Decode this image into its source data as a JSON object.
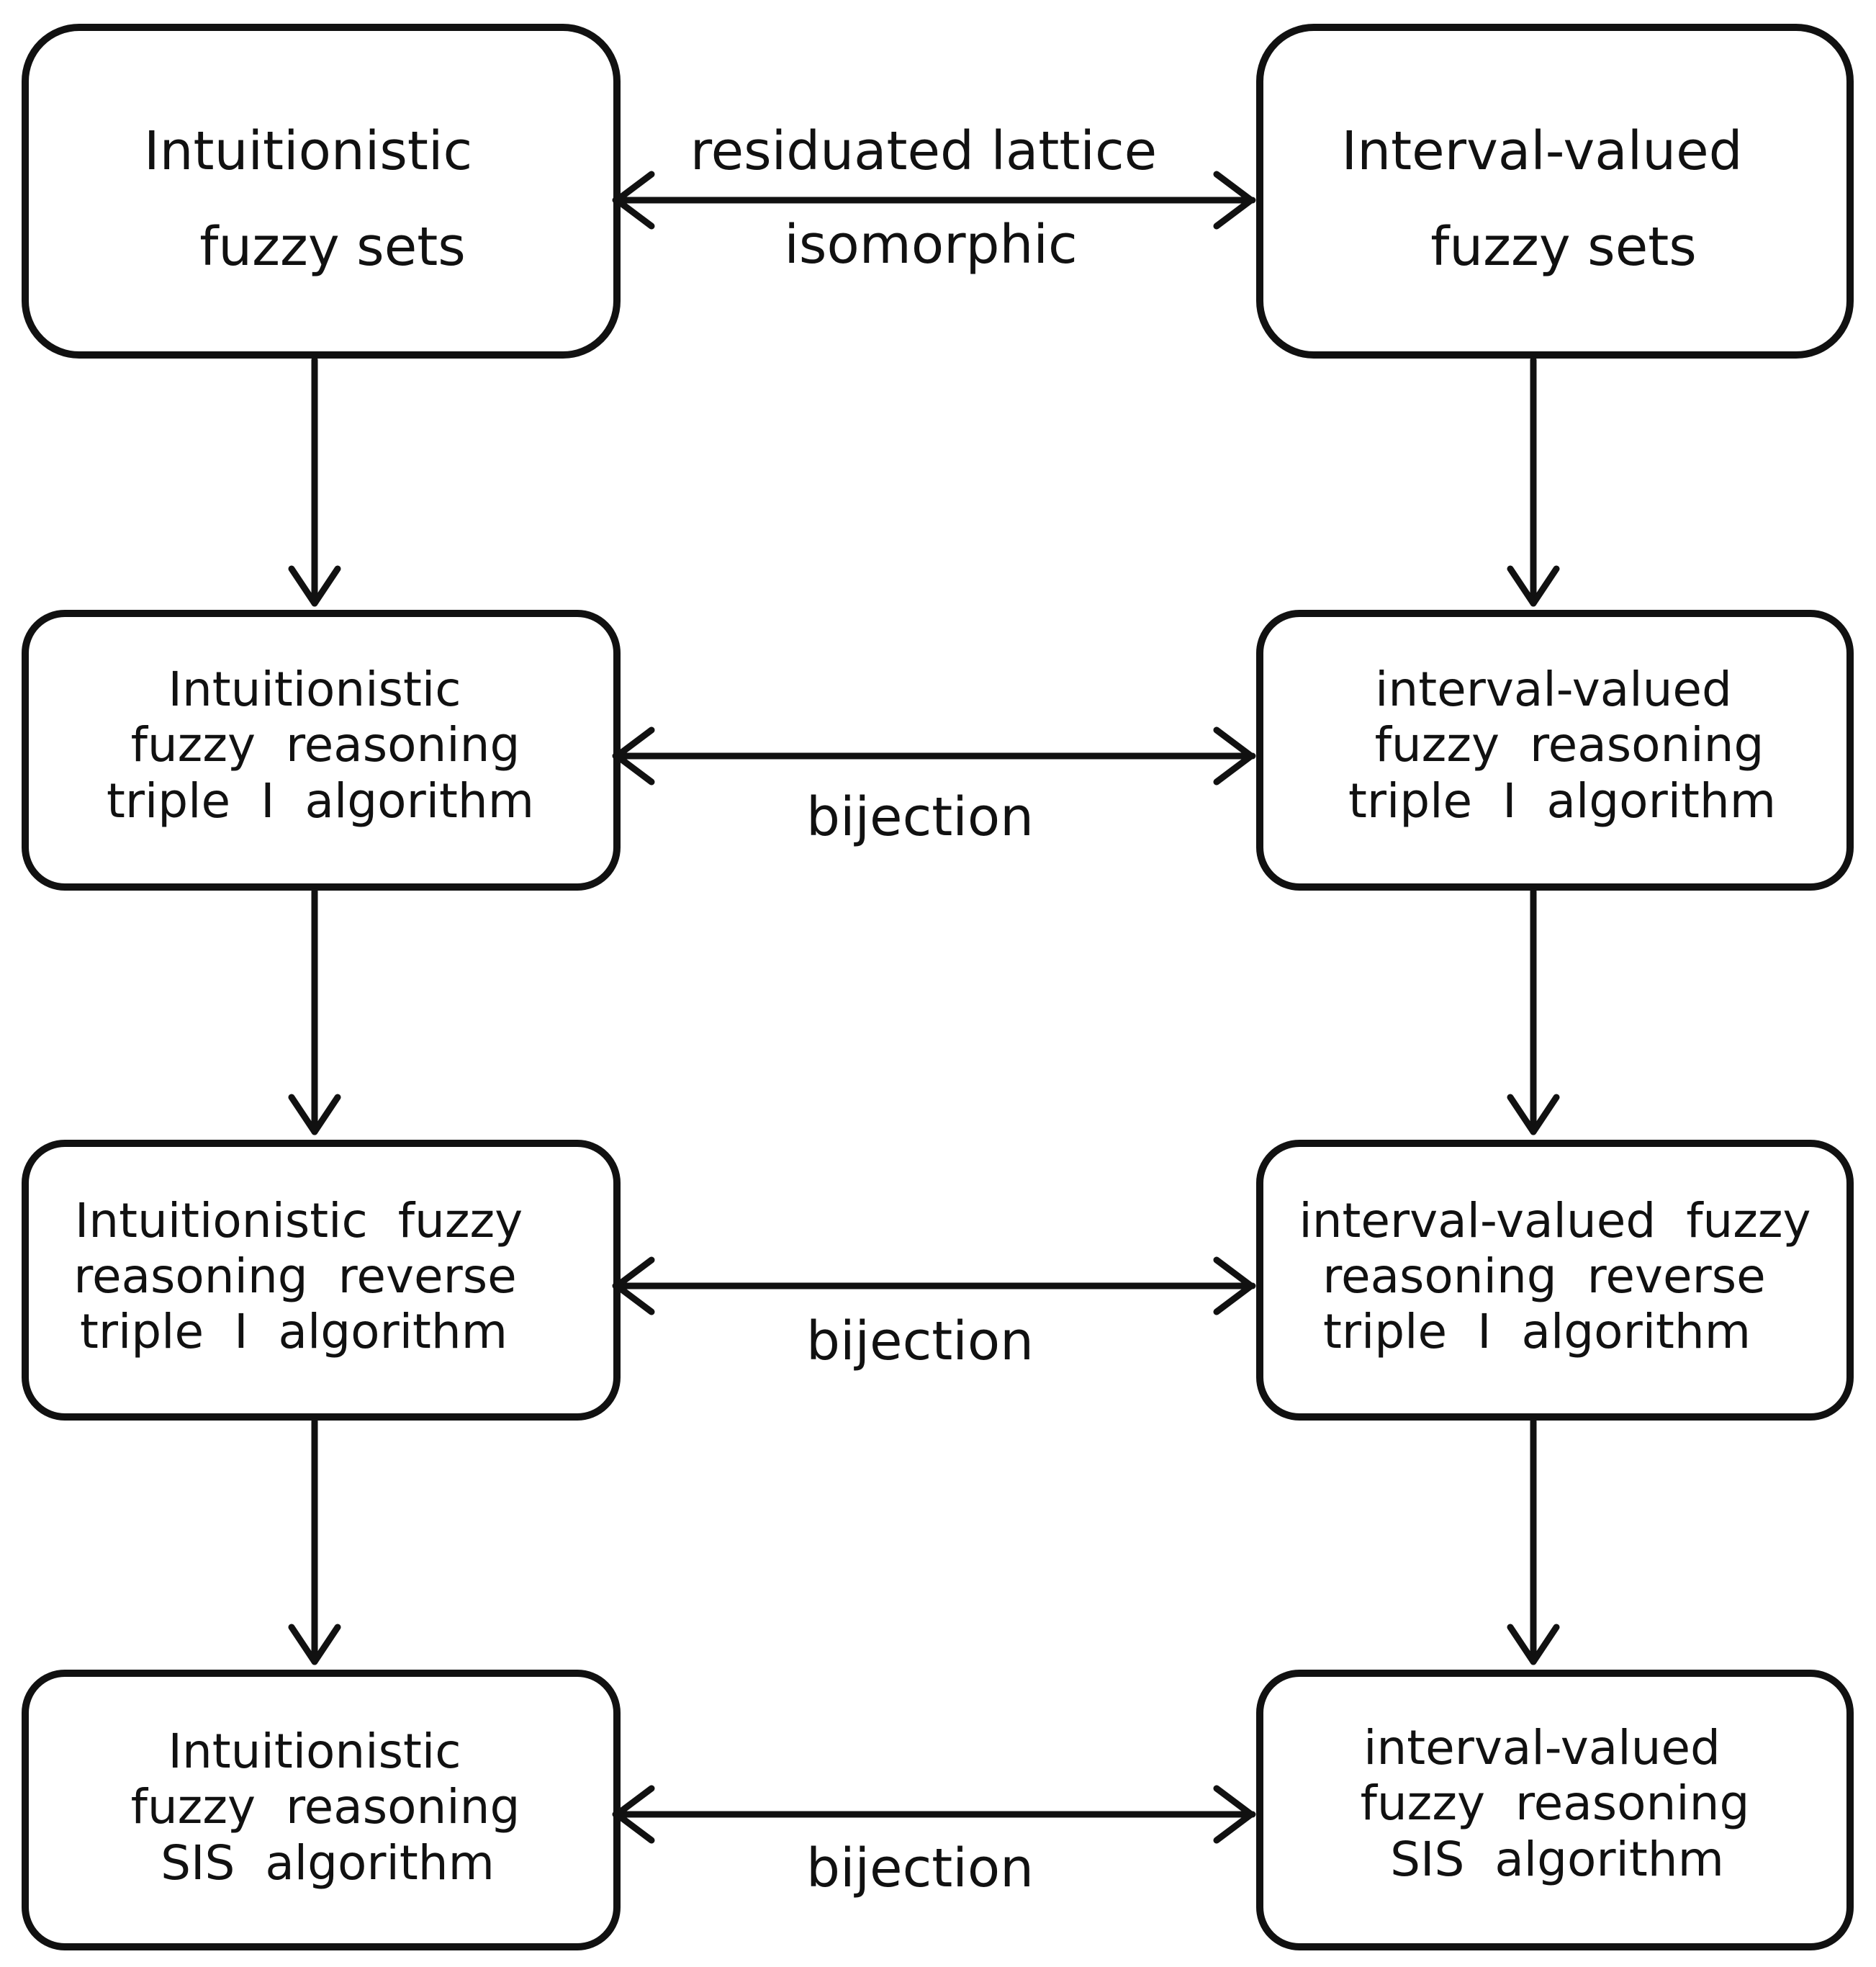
{
  "boxes": {
    "left_sets": {
      "lines": [
        "Intuitionistic",
        "fuzzy sets"
      ]
    },
    "right_sets": {
      "lines": [
        "Interval-valued",
        "fuzzy sets"
      ]
    },
    "left_triple": {
      "lines": [
        "Intuitionistic",
        "fuzzy  reasoning",
        "triple  I  algorithm"
      ]
    },
    "right_triple": {
      "lines": [
        "interval-valued",
        "fuzzy  reasoning",
        "triple  I  algorithm"
      ]
    },
    "left_reverse": {
      "lines": [
        "Intuitionistic  fuzzy",
        "reasoning  reverse",
        "triple  I  algorithm"
      ]
    },
    "right_reverse": {
      "lines": [
        "interval-valued  fuzzy",
        "reasoning  reverse",
        "triple  I  algorithm"
      ]
    },
    "left_sis": {
      "lines": [
        "Intuitionistic",
        "fuzzy  reasoning",
        "SIS  algorithm"
      ]
    },
    "right_sis": {
      "lines": [
        "interval-valued",
        "fuzzy  reasoning",
        "SIS  algorithm"
      ]
    }
  },
  "edges": {
    "row1": {
      "label_top": "residuated lattice",
      "label_bottom": "isomorphic"
    },
    "row2": {
      "label": "bijection"
    },
    "row3": {
      "label": "bijection"
    },
    "row4": {
      "label": "bijection"
    }
  }
}
